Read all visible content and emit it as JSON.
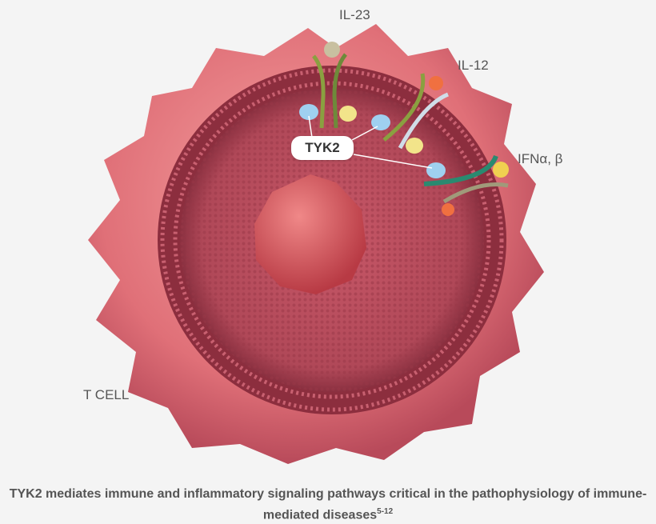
{
  "labels": {
    "il23": "IL-23",
    "il12": "IL-12",
    "ifn": "IFNα,  β",
    "tyk2": "TYK2",
    "tcell": "T CELL"
  },
  "caption": {
    "text": "TYK2 mediates immune and inflammatory signaling pathways critical in the pathophysiology of immune-mediated diseases",
    "superscript": "5-12"
  },
  "colors": {
    "cell": "#e0707a",
    "membrane": "#a8404e",
    "nucleus": "#d8545a",
    "tyk2": "#9fd0f0",
    "jak": "#f2e48a"
  }
}
